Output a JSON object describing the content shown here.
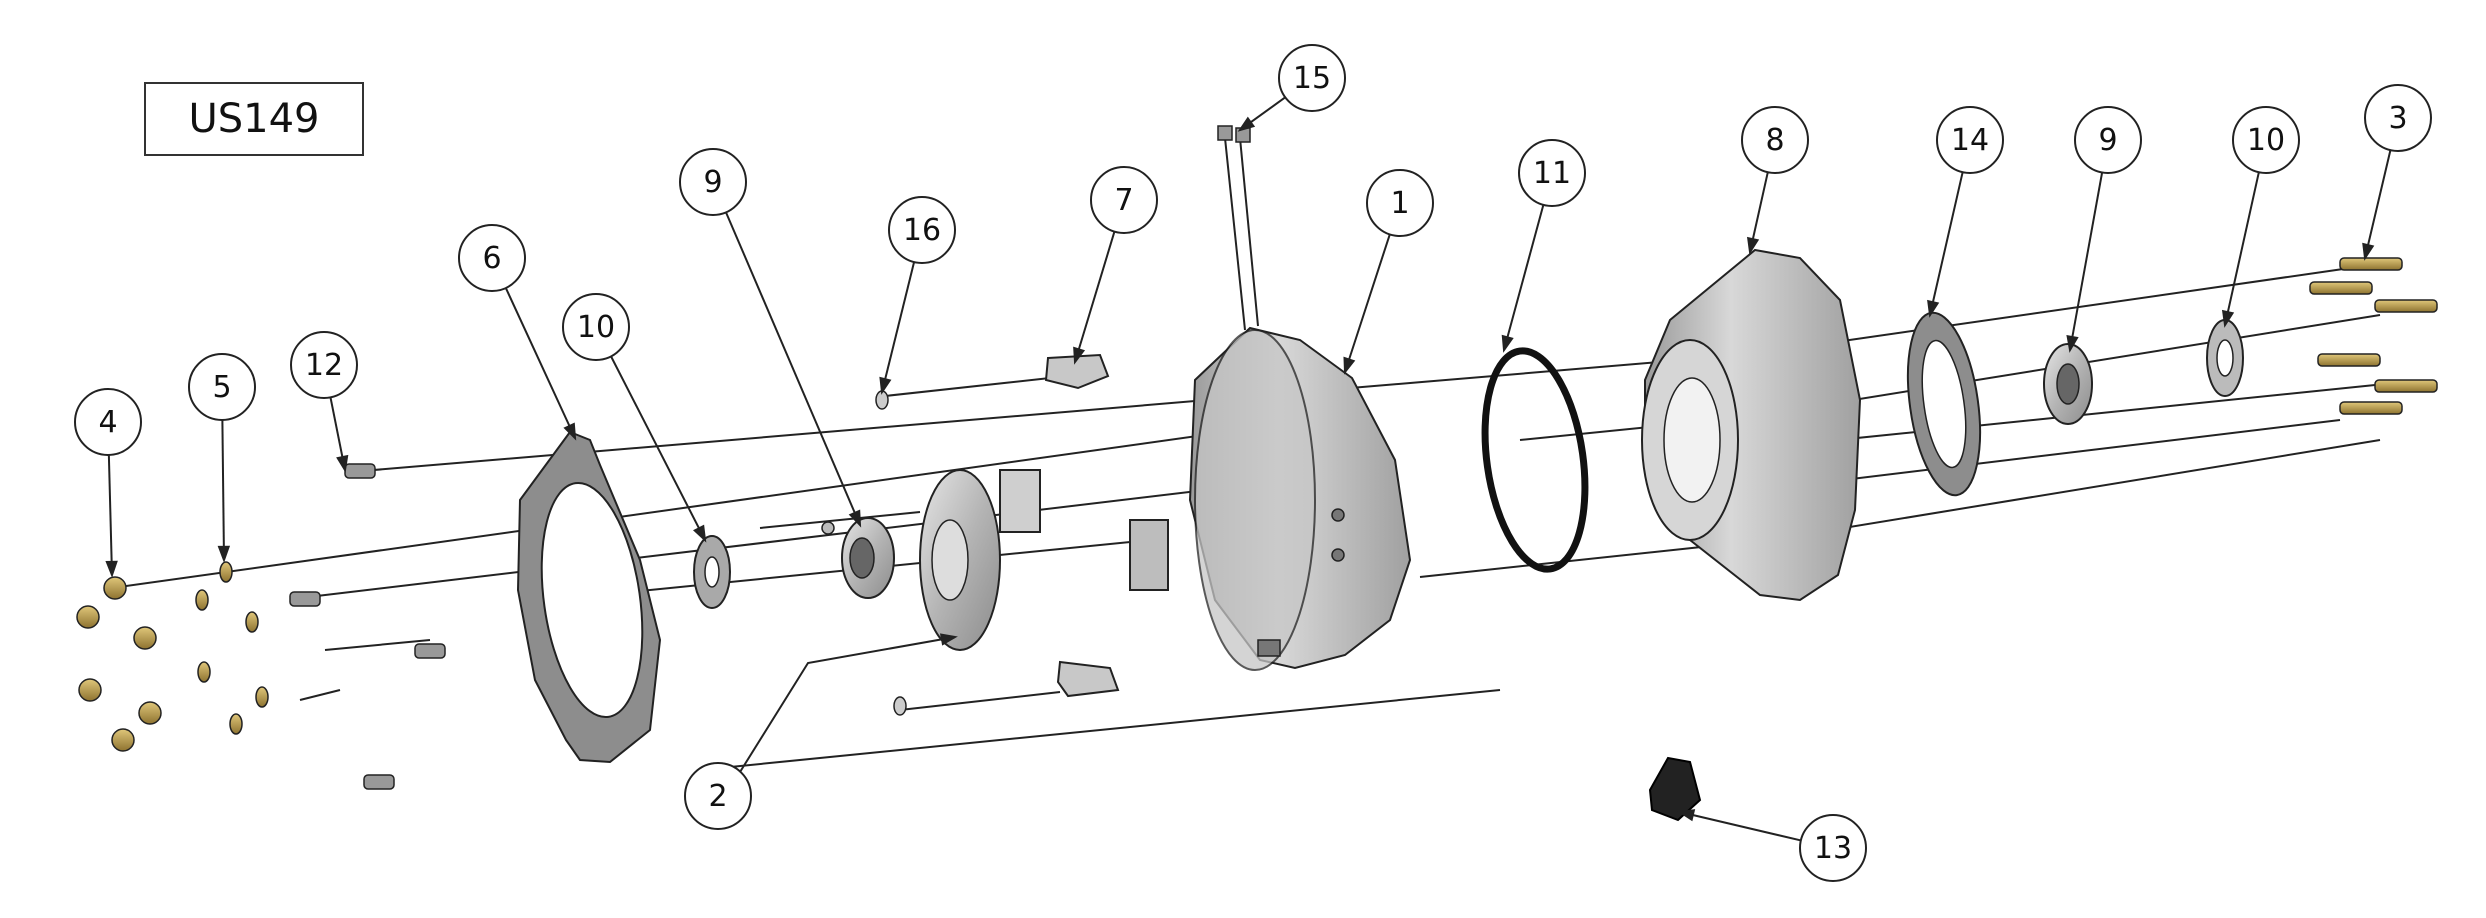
{
  "diagram": {
    "title": "US149",
    "callouts": [
      {
        "id": "c1",
        "label": "1"
      },
      {
        "id": "c2",
        "label": "2"
      },
      {
        "id": "c3",
        "label": "3"
      },
      {
        "id": "c4",
        "label": "4"
      },
      {
        "id": "c5",
        "label": "5"
      },
      {
        "id": "c6",
        "label": "6"
      },
      {
        "id": "c7",
        "label": "7"
      },
      {
        "id": "c8",
        "label": "8"
      },
      {
        "id": "c9a",
        "label": "9"
      },
      {
        "id": "c9b",
        "label": "9"
      },
      {
        "id": "c10a",
        "label": "10"
      },
      {
        "id": "c10b",
        "label": "10"
      },
      {
        "id": "c11",
        "label": "11"
      },
      {
        "id": "c12",
        "label": "12"
      },
      {
        "id": "c13",
        "label": "13"
      },
      {
        "id": "c14",
        "label": "14"
      },
      {
        "id": "c15",
        "label": "15"
      },
      {
        "id": "c16",
        "label": "16"
      }
    ],
    "colors": {
      "line": "#222222",
      "metal": "#b8b8b8",
      "metal_dark": "#7a7a7a",
      "gasket": "#9a9a9a",
      "brass": "#b89a4a",
      "oring": "#1a1a1a"
    }
  }
}
